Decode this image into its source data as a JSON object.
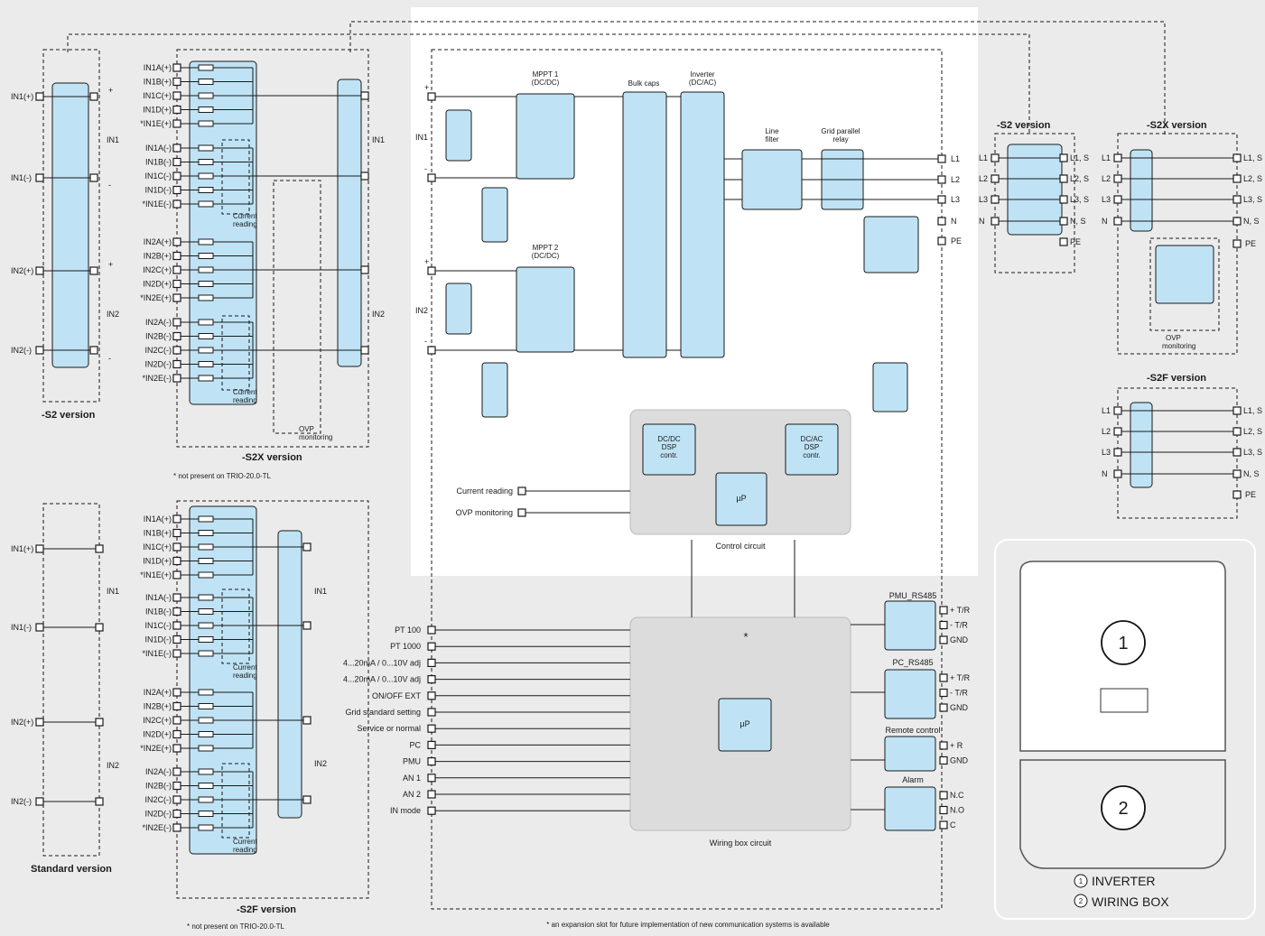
{
  "sections": {
    "s2_left": "-S2  version",
    "s2x_left": "-S2X version",
    "s2x_note": "* not present on  TRIO-20.0-TL",
    "standard": "Standard version",
    "s2f_left": "-S2F version",
    "s2f_note": "* not present on  TRIO-20.0-TL",
    "s2_right": "-S2 version",
    "s2x_right": "-S2X version",
    "s2f_right": "-S2F version"
  },
  "inputs": {
    "in1p": "IN1(+)",
    "in1n": "IN1(-)",
    "in2p": "IN2(+)",
    "in2n": "IN2(-)",
    "in1": "IN1",
    "in2": "IN2",
    "plus": "+",
    "minus": "-"
  },
  "string_inputs": {
    "in1_pos": [
      "IN1A(+)",
      "IN1B(+)",
      "IN1C(+)",
      "IN1D(+)",
      "*IN1E(+)"
    ],
    "in1_neg": [
      "IN1A(-)",
      "IN1B(-)",
      "IN1C(-)",
      "IN1D(-)",
      "*IN1E(-)"
    ],
    "in2_pos": [
      "IN2A(+)",
      "IN2B(+)",
      "IN2C(+)",
      "IN2D(+)",
      "*IN2E(+)"
    ],
    "in2_neg": [
      "IN2A(-)",
      "IN2B(-)",
      "IN2C(-)",
      "IN2D(-)",
      "*IN2E(-)"
    ]
  },
  "current_reading": [
    "Current",
    "reading"
  ],
  "ovp_monitoring": [
    "OVP",
    "monitoring"
  ],
  "blocks": {
    "mppt1": [
      "MPPT 1",
      "(DC/DC)"
    ],
    "mppt2": [
      "MPPT 2",
      "(DC/DC)"
    ],
    "bulk": "Bulk caps",
    "inverter": [
      "Inverter",
      "(DC/AC)"
    ],
    "line_filter": [
      "Line",
      "filter"
    ],
    "grid_relay": [
      "Grid parallel",
      "relay"
    ],
    "dcdc_dsp": [
      "DC/DC",
      "DSP",
      "contr."
    ],
    "dcac_dsp": [
      "DC/AC",
      "DSP",
      "contr."
    ],
    "up": "µP",
    "control_circuit": "Control circuit",
    "wiring_box_circuit": "Wiring box circuit",
    "asterisk": "*"
  },
  "outputs": [
    "L1",
    "L2",
    "L3",
    "N",
    "PE"
  ],
  "right_outputs": [
    "L1, S",
    "L2, S",
    "L3, S",
    "N, S",
    "PE"
  ],
  "right_inputs": [
    "L1",
    "L2",
    "L3",
    "N"
  ],
  "control_inputs": [
    "Current reading",
    "OVP monitoring"
  ],
  "wiring_inputs": [
    "PT 100",
    "PT 1000",
    "4...20mA / 0...10V adj",
    "4...20mA / 0...10V adj",
    "ON/OFF EXT",
    "Grid standard setting",
    "Service or normal",
    "PC",
    "PMU",
    "AN 1",
    "AN 2",
    "IN mode"
  ],
  "comms": {
    "pmu": {
      "title": "PMU_RS485",
      "pins": [
        "+ T/R",
        "- T/R",
        "GND"
      ]
    },
    "pc": {
      "title": "PC_RS485",
      "pins": [
        "+ T/R",
        "- T/R",
        "GND"
      ]
    },
    "remote": {
      "title": "Remote control",
      "pins": [
        "+ R",
        "GND"
      ]
    },
    "alarm": {
      "title": "Alarm",
      "pins": [
        "N.C",
        "N.O",
        "C"
      ]
    }
  },
  "device": {
    "n1": "1",
    "n2": "2",
    "legend1": "INVERTER",
    "legend2": "WIRING BOX"
  },
  "footnote": "* an expansion slot for future implementation of new communication systems is available"
}
